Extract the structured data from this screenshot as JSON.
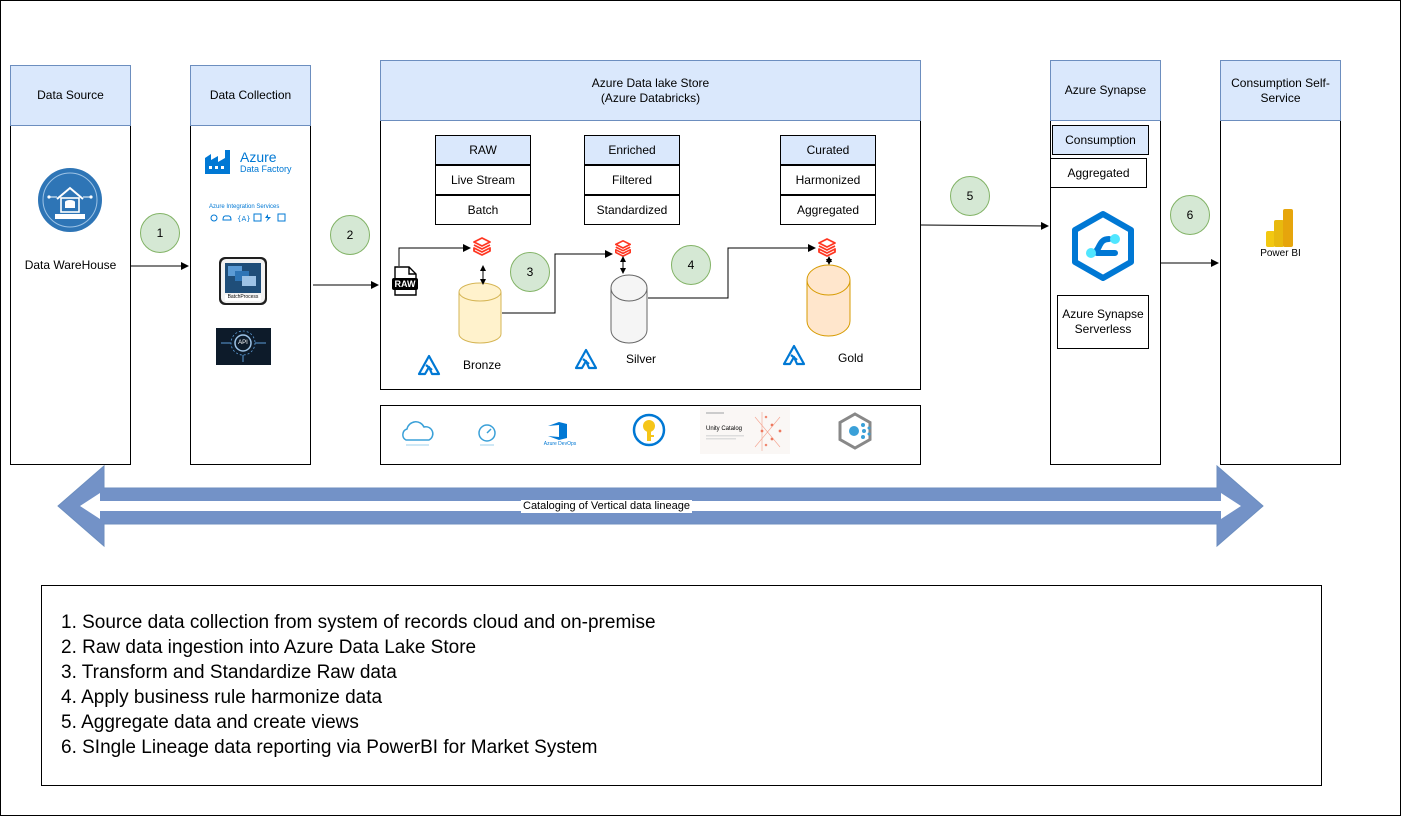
{
  "columns": {
    "data_source": {
      "title": "Data Source",
      "item": "Data WareHouse"
    },
    "data_collection": {
      "title": "Data Collection",
      "azure_brand": "Azure",
      "azure_product": "Data Factory",
      "integration_label": "Azure Integration Services",
      "batch_label": "BatchProcess",
      "api_label": "API"
    },
    "lake": {
      "title_line1": "Azure Data lake Store",
      "title_line2": "(Azure Databricks)",
      "raw_badge": "RAW",
      "tables": [
        {
          "head": "RAW",
          "rows": [
            "Live Stream",
            "Batch"
          ]
        },
        {
          "head": "Enriched",
          "rows": [
            "Filtered",
            "Standardized"
          ]
        },
        {
          "head": "Curated",
          "rows": [
            "Harmonized",
            "Aggregated"
          ]
        }
      ],
      "layers": [
        "Bronze",
        "Silver",
        "Gold"
      ],
      "tools": {
        "devops": "Azure DevOps",
        "unity": "Unity Catalog"
      }
    },
    "synapse": {
      "title": "Azure Synapse",
      "consumption": "Consumption",
      "aggregated": "Aggregated",
      "serverless": "Azure Synapse Serverless"
    },
    "consumption": {
      "title": "Consumption Self-Service",
      "powerbi": "Power BI"
    }
  },
  "steps": [
    "1",
    "2",
    "3",
    "4",
    "5",
    "6"
  ],
  "lineage": "Cataloging of Vertical data lineage",
  "notes": [
    "1. Source data collection from system of records cloud and on-premise",
    "2. Raw data ingestion into Azure Data Lake Store",
    "3. Transform and Standardize Raw data",
    "4. Apply business rule harmonize data",
    "5. Aggregate data and create views",
    "6. SIngle Lineage data reporting via PowerBI for Market System"
  ],
  "colors": {
    "header_fill": "#dae8fc",
    "header_stroke": "#6c8ebf",
    "step_fill": "#d5e8d4",
    "step_stroke": "#82b366",
    "bronze": "#fff2cc",
    "silver": "#f5f5f5",
    "gold": "#ffe6cc",
    "lineage_arrow": "#6c8ebf",
    "databricks": "#ff3621",
    "synapse": "#0078d4"
  }
}
